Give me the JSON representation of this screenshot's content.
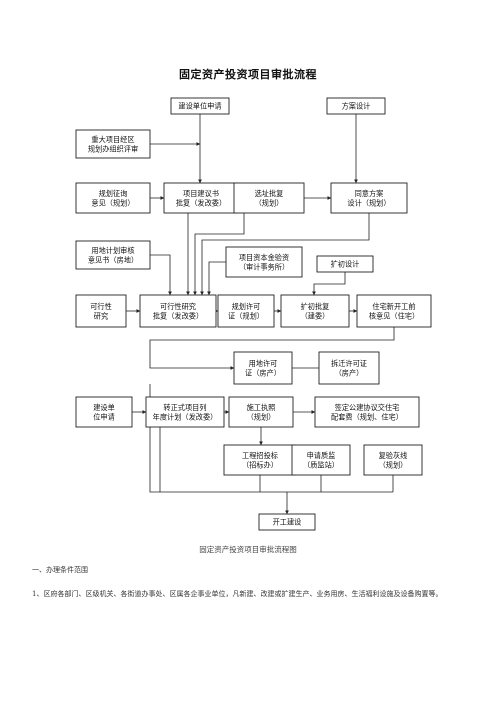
{
  "title": "固定资产投资项目审批流程",
  "caption": "固定资产投资项目审批流程图",
  "section_heading": "一、办理条件范围",
  "paragraph_1": "1、区府各部门、区级机关、各街道办事处、区属各企事业单位，凡新建、改建或扩建生产、业务用房、生活福利设施及设备购置等。",
  "diagram": {
    "nodes": [
      {
        "id": "n_apply1",
        "lines": [
          "建设单位申请"
        ]
      },
      {
        "id": "n_scheme",
        "lines": [
          "方案设计"
        ]
      },
      {
        "id": "n_major",
        "lines": [
          "重大项目经区",
          "规划办组织评审"
        ]
      },
      {
        "id": "n_consult",
        "lines": [
          "规划征询",
          "意见（规划）"
        ]
      },
      {
        "id": "n_proposal",
        "lines": [
          "项目建议书",
          "批复（发改委）"
        ]
      },
      {
        "id": "n_site",
        "lines": [
          "选址批复",
          "（规划）"
        ]
      },
      {
        "id": "n_agree",
        "lines": [
          "同意方案",
          "设计（规划）"
        ]
      },
      {
        "id": "n_landplan",
        "lines": [
          "用地计划审核",
          "意见书（房地）"
        ]
      },
      {
        "id": "n_fund",
        "lines": [
          "项目资本金验资",
          "（审计事务所）"
        ]
      },
      {
        "id": "n_initdesign",
        "lines": [
          "扩初设计"
        ]
      },
      {
        "id": "n_feas",
        "lines": [
          "可行性",
          "研究"
        ]
      },
      {
        "id": "n_feasapp",
        "lines": [
          "可行性研究",
          "批复（发改委）"
        ]
      },
      {
        "id": "n_planpermit",
        "lines": [
          "规划许可",
          "证（规划）"
        ]
      },
      {
        "id": "n_initapp",
        "lines": [
          "扩初批复",
          "（建委）"
        ]
      },
      {
        "id": "n_housing",
        "lines": [
          "住宅新开工前",
          "核意见（住宅）"
        ]
      },
      {
        "id": "n_landpermit",
        "lines": [
          "用地许可",
          "证（房产）"
        ]
      },
      {
        "id": "n_demolish",
        "lines": [
          "拆迁许可证",
          "（房产）"
        ]
      },
      {
        "id": "n_apply2",
        "lines": [
          "建设单",
          "位申请"
        ]
      },
      {
        "id": "n_formal",
        "lines": [
          "转正式项目列",
          "年度计划（发改委）"
        ]
      },
      {
        "id": "n_construct",
        "lines": [
          "施工执照",
          "（规划）"
        ]
      },
      {
        "id": "n_public",
        "lines": [
          "签定公建协议交住宅",
          "配套费（规划、住宅）"
        ]
      },
      {
        "id": "n_bid",
        "lines": [
          "工程招投标",
          "（招标办）"
        ]
      },
      {
        "id": "n_supervise",
        "lines": [
          "申请质监",
          "（质监站）"
        ]
      },
      {
        "id": "n_verify",
        "lines": [
          "复验灰线",
          "（规划）"
        ]
      },
      {
        "id": "n_start",
        "lines": [
          "开工建设"
        ]
      }
    ]
  }
}
